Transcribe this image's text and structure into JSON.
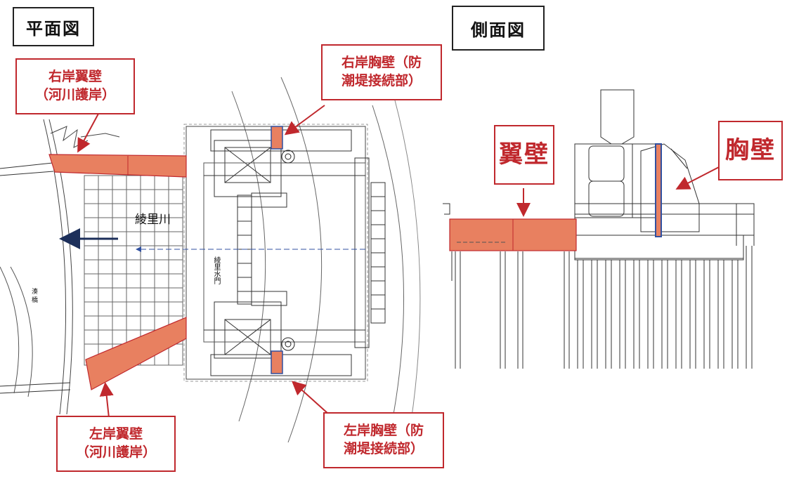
{
  "plan_view": {
    "title": "平面図",
    "river_label": "綾里川",
    "gate_label": "綾里水門",
    "bridge_label": "湊 橋"
  },
  "side_view": {
    "title": "側面図"
  },
  "callouts": {
    "right_wing_wall": "右岸翼壁\n（河川護岸）",
    "left_wing_wall": "左岸翼壁\n（河川護岸）",
    "right_parapet": "右岸胸壁（防\n潮堤接続部）",
    "left_parapet": "左岸胸壁（防\n潮堤接続部）",
    "wing_wall": "翼壁",
    "parapet": "胸壁"
  },
  "colors": {
    "highlight_fill": "#e88060",
    "highlight_stroke": "#c0282d",
    "blue_line": "#3050a0",
    "flow_arrow": "#1c2f5a",
    "drawing_line": "#333333"
  }
}
